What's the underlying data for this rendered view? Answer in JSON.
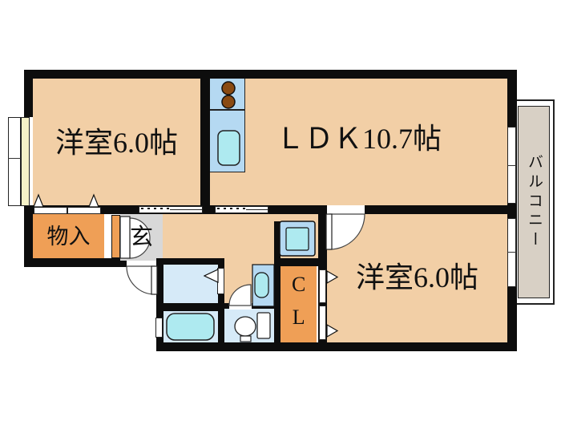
{
  "plan": {
    "title": "apartment-floor-plan",
    "rooms": {
      "room_top_left": {
        "label": "洋室6.0帖"
      },
      "ldk": {
        "label": "ＬＤＫ10.7帖"
      },
      "room_bottom_right": {
        "label": "洋室6.0帖"
      },
      "storage": {
        "label": "物入"
      },
      "entrance": {
        "label": "玄"
      },
      "closet": {
        "label": "CL"
      },
      "balcony": {
        "label": "バルコニー"
      }
    },
    "fixtures": [
      "kitchen-stove",
      "kitchen-sink",
      "bathtub",
      "toilet",
      "washbasin",
      "washing-machine-pan"
    ],
    "colors": {
      "floor": "#f2cfa6",
      "wall": "#0d0d0d",
      "storage_orange": "#ef9f56",
      "entrance_gray": "#d8d8d8",
      "wet_area_blue": "#d6eaf8",
      "kitchen_blue": "#b5d9f2",
      "fixture_cyan": "#aeeaf0",
      "balcony_beige": "#d8d0c5",
      "window_cream": "#f6f2c8",
      "burner_brown": "#8a4a12"
    }
  }
}
